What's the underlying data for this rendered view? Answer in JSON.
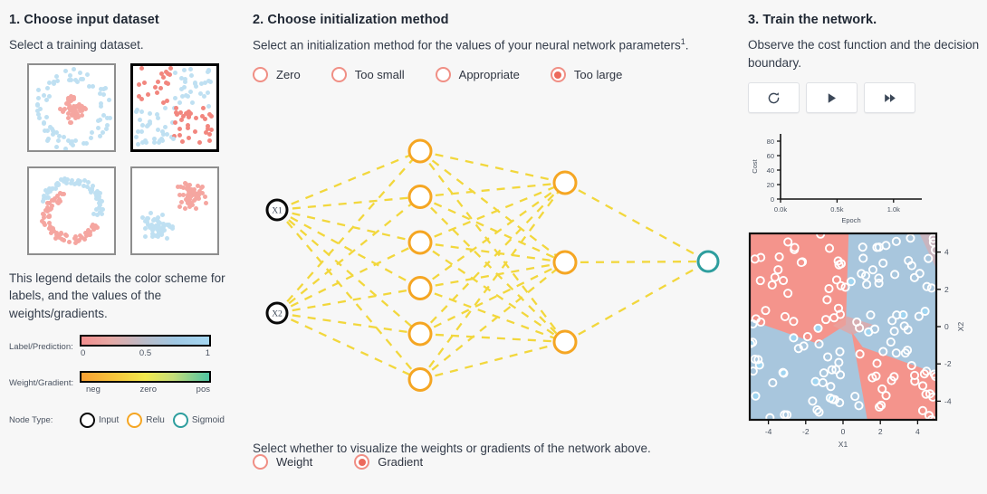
{
  "background": "#f7f7f7",
  "accent_salmon": "#ec6a5c",
  "step1": {
    "title": "1. Choose input dataset",
    "desc": "Select a training dataset.",
    "datasets": [
      {
        "name": "gaussian-blob",
        "selected": false
      },
      {
        "name": "xor-checkerboard",
        "selected": true
      },
      {
        "name": "spiral-moons",
        "selected": false
      },
      {
        "name": "two-clusters",
        "selected": false
      }
    ],
    "legend_text": "This legend details the color scheme for labels, and the values of the weights/gradients.",
    "label_prediction": {
      "label": "Label/Prediction:",
      "ticks": [
        "0",
        "0.5",
        "1"
      ],
      "colors": [
        "#f28e8e",
        "#b9bcc9",
        "#a5d7f2"
      ]
    },
    "weight_gradient": {
      "label": "Weight/Gradient:",
      "ticks": [
        "neg",
        "zero",
        "pos"
      ],
      "colors": [
        "#f7a033",
        "#f2e94e",
        "#4fc4a3"
      ]
    },
    "node_type": {
      "label": "Node Type:",
      "items": [
        {
          "name": "Input",
          "color": "#0a0a0a"
        },
        {
          "name": "Relu",
          "color": "#f5a623"
        },
        {
          "name": "Sigmoid",
          "color": "#2e9e9e"
        }
      ]
    }
  },
  "step2": {
    "title": "2. Choose initialization method",
    "desc_part1": "Select an initialization method for the values of your neural network parameters",
    "desc_footnote": "1",
    "desc_part2": ".",
    "options": [
      {
        "label": "Zero",
        "checked": false
      },
      {
        "label": "Too small",
        "checked": false
      },
      {
        "label": "Appropriate",
        "checked": false
      },
      {
        "label": "Too large",
        "checked": true
      }
    ],
    "bottom_desc": "Select whether to visualize the weights or gradients of the network above.",
    "viz_options": [
      {
        "label": "Weight",
        "checked": false
      },
      {
        "label": "Gradient",
        "checked": true
      }
    ],
    "network": {
      "input_labels": [
        "X1",
        "X2"
      ],
      "hidden1_count": 6,
      "hidden2_count": 3,
      "output_count": 1,
      "edge_color": "#f2d73c",
      "input_node_color": "#0a0a0a",
      "hidden_node_color": "#f5a623",
      "output_node_color": "#2e9e9e"
    }
  },
  "step3": {
    "title": "3. Train the network.",
    "desc": "Observe the cost function and the decision boundary.",
    "buttons": [
      {
        "name": "reset-button",
        "icon": "reset-icon"
      },
      {
        "name": "play-button",
        "icon": "play-icon"
      },
      {
        "name": "fast-forward-button",
        "icon": "fast-forward-icon"
      }
    ]
  },
  "chart_data": [
    {
      "type": "line",
      "name": "cost-chart",
      "title": "",
      "xlabel": "Epoch",
      "ylabel": "Cost",
      "x_ticks": [
        "0.0k",
        "0.5k",
        "1.0k"
      ],
      "y_ticks": [
        "0",
        "20",
        "40",
        "60",
        "80"
      ],
      "xlim": [
        0,
        1250
      ],
      "ylim": [
        0,
        90
      ],
      "series": [
        {
          "name": "cost",
          "x": [],
          "values": []
        }
      ],
      "grid": false,
      "legend": "none"
    },
    {
      "type": "scatter",
      "name": "decision-boundary-plot",
      "title": "",
      "xlabel": "X1",
      "ylabel": "X2",
      "x_ticks": [
        "-4",
        "-2",
        "0",
        "2",
        "4"
      ],
      "y_ticks": [
        "-4",
        "-2",
        "0",
        "2",
        "4"
      ],
      "xlim": [
        -5,
        5
      ],
      "ylim": [
        -5,
        5
      ],
      "region_colors": {
        "class0": "#f4948c",
        "class1": "#a8c6dd"
      },
      "point_colors": {
        "class0": "#f4948c",
        "class1": "#9fd4f0",
        "outline": "#ffffff"
      },
      "grid": false,
      "legend": "none"
    }
  ]
}
